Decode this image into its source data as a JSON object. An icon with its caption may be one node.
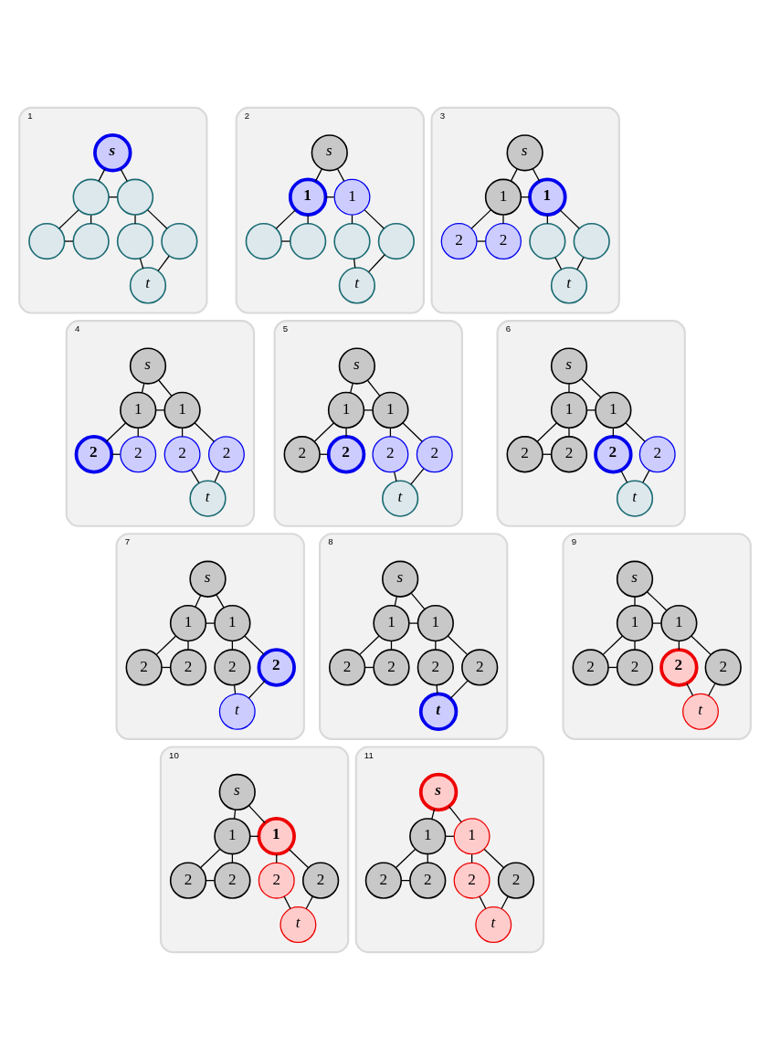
{
  "diagram": {
    "nodes": [
      {
        "text": [
          "1"
        ]
      },
      {
        "text": [
          "s"
        ],
        "in": 0
      },
      {
        "text": [],
        "shape": "circle",
        "in": 0
      },
      {
        "text": [],
        "shape": "circle",
        "in": 0
      },
      {
        "text": [],
        "shape": "circle",
        "in": 0
      },
      {
        "text": [],
        "shape": "circle",
        "in": 0
      },
      {
        "text": [],
        "shape": "circle",
        "in": 0
      },
      {
        "text": [],
        "shape": "circle",
        "in": 0
      },
      {
        "text": [
          "t"
        ],
        "in": 0
      },
      {
        "text": [
          "2"
        ]
      },
      {
        "text": [
          "s"
        ],
        "in": 9
      },
      {
        "text": [
          "1"
        ],
        "in": 9
      },
      {
        "text": [
          "1"
        ],
        "in": 9
      },
      {
        "text": [],
        "shape": "circle",
        "in": 9
      },
      {
        "text": [],
        "shape": "circle",
        "in": 9
      },
      {
        "text": [],
        "shape": "circle",
        "in": 9
      },
      {
        "text": [],
        "shape": "circle",
        "in": 9
      },
      {
        "text": [
          "t"
        ],
        "in": 9
      },
      {
        "text": [
          "3"
        ]
      },
      {
        "text": [
          "s"
        ],
        "in": 18
      },
      {
        "text": [
          "1"
        ],
        "in": 18
      },
      {
        "text": [
          "1"
        ],
        "in": 18
      },
      {
        "text": [
          "2"
        ],
        "in": 18
      },
      {
        "text": [
          "2"
        ],
        "in": 18
      },
      {
        "text": [],
        "shape": "circle",
        "in": 18
      },
      {
        "text": [],
        "shape": "circle",
        "in": 18
      },
      {
        "text": [
          "t"
        ],
        "in": 18
      },
      {
        "text": [
          "4"
        ]
      },
      {
        "text": [
          "s"
        ],
        "in": 27
      },
      {
        "text": [
          "1"
        ],
        "in": 27
      },
      {
        "text": [
          "1"
        ],
        "in": 27
      },
      {
        "text": [
          "2"
        ],
        "in": 27
      },
      {
        "text": [
          "2"
        ],
        "in": 27
      },
      {
        "text": [
          "2"
        ],
        "in": 27
      },
      {
        "text": [
          "2"
        ],
        "in": 27
      },
      {
        "text": [
          "t"
        ],
        "in": 27
      },
      {
        "text": [
          "5"
        ]
      },
      {
        "text": [
          "s"
        ],
        "in": 36
      },
      {
        "text": [
          "1"
        ],
        "in": 36
      },
      {
        "text": [
          "1"
        ],
        "in": 36
      },
      {
        "text": [
          "2"
        ],
        "in": 36
      },
      {
        "text": [
          "2"
        ],
        "in": 36
      },
      {
        "text": [
          "2"
        ],
        "in": 36
      },
      {
        "text": [
          "2"
        ],
        "in": 36
      },
      {
        "text": [
          "t"
        ],
        "in": 36
      },
      {
        "text": [
          "6"
        ]
      },
      {
        "text": [
          "s"
        ],
        "in": 45
      },
      {
        "text": [
          "1"
        ],
        "in": 45
      },
      {
        "text": [
          "1"
        ],
        "in": 45
      },
      {
        "text": [
          "2"
        ],
        "in": 45
      },
      {
        "text": [
          "2"
        ],
        "in": 45
      },
      {
        "text": [
          "2"
        ],
        "in": 45
      },
      {
        "text": [
          "2"
        ],
        "in": 45
      },
      {
        "text": [
          "t"
        ],
        "in": 45
      },
      {
        "text": [
          "7"
        ]
      },
      {
        "text": [
          "s"
        ],
        "in": 54
      },
      {
        "text": [
          "1"
        ],
        "in": 54
      },
      {
        "text": [
          "1"
        ],
        "in": 54
      },
      {
        "text": [
          "2"
        ],
        "in": 54
      },
      {
        "text": [
          "2"
        ],
        "in": 54
      },
      {
        "text": [
          "2"
        ],
        "in": 54
      },
      {
        "text": [
          "2"
        ],
        "in": 54
      },
      {
        "text": [
          "t"
        ],
        "in": 54
      },
      {
        "text": [
          "8"
        ]
      },
      {
        "text": [
          "s"
        ],
        "in": 63
      },
      {
        "text": [
          "1"
        ],
        "in": 63
      },
      {
        "text": [
          "1"
        ],
        "in": 63
      },
      {
        "text": [
          "2"
        ],
        "in": 63
      },
      {
        "text": [
          "2"
        ],
        "in": 63
      },
      {
        "text": [
          "2"
        ],
        "in": 63
      },
      {
        "text": [
          "2"
        ],
        "in": 63
      },
      {
        "text": [
          "t"
        ],
        "in": 63
      },
      {
        "text": [
          "9"
        ]
      },
      {
        "text": [
          "s"
        ],
        "in": 72
      },
      {
        "text": [
          "1"
        ],
        "in": 72
      },
      {
        "text": [
          "1"
        ],
        "in": 72
      },
      {
        "text": [
          "2"
        ],
        "in": 72
      },
      {
        "text": [
          "2"
        ],
        "in": 72
      },
      {
        "text": [
          "2"
        ],
        "in": 72
      },
      {
        "text": [
          "2"
        ],
        "in": 72
      },
      {
        "text": [
          "t"
        ],
        "in": 72
      },
      {
        "text": [
          "10"
        ]
      },
      {
        "text": [
          "s"
        ],
        "in": 81
      },
      {
        "text": [
          "1"
        ],
        "in": 81
      },
      {
        "text": [
          "1"
        ],
        "in": 81
      },
      {
        "text": [
          "2"
        ],
        "in": 81
      },
      {
        "text": [
          "2"
        ],
        "in": 81
      },
      {
        "text": [
          "2"
        ],
        "in": 81
      },
      {
        "text": [
          "2"
        ],
        "in": 81
      },
      {
        "text": [
          "t"
        ],
        "in": 81
      },
      {
        "text": [
          "11"
        ]
      },
      {
        "text": [
          "s"
        ],
        "in": 90
      },
      {
        "text": [
          "1"
        ],
        "in": 90
      },
      {
        "text": [
          "1"
        ],
        "in": 90
      },
      {
        "text": [
          "2"
        ],
        "in": 90
      },
      {
        "text": [
          "2"
        ],
        "in": 90
      },
      {
        "text": [
          "2"
        ],
        "in": 90
      },
      {
        "text": [
          "2"
        ],
        "in": 90
      },
      {
        "text": [
          "t"
        ],
        "in": 90
      }
    ],
    "edges": [
      {
        "from": 1,
        "to": 2,
        "arrow": "none"
      },
      {
        "from": 1,
        "to": 3,
        "arrow": "none"
      },
      {
        "from": 2,
        "to": 3,
        "arrow": "none"
      },
      {
        "from": 2,
        "to": 4,
        "arrow": "none"
      },
      {
        "from": 2,
        "to": 5,
        "arrow": "none"
      },
      {
        "from": 4,
        "to": 5,
        "arrow": "none"
      },
      {
        "from": 3,
        "to": 6,
        "arrow": "none"
      },
      {
        "from": 3,
        "to": 7,
        "arrow": "none"
      },
      {
        "from": 6,
        "to": 8,
        "arrow": "none"
      },
      {
        "from": 7,
        "to": 8,
        "arrow": "none"
      },
      {
        "from": 10,
        "to": 11,
        "arrow": "none"
      },
      {
        "from": 10,
        "to": 12,
        "arrow": "none"
      },
      {
        "from": 11,
        "to": 12,
        "arrow": "none"
      },
      {
        "from": 11,
        "to": 13,
        "arrow": "none"
      },
      {
        "from": 11,
        "to": 14,
        "arrow": "none"
      },
      {
        "from": 13,
        "to": 14,
        "arrow": "none"
      },
      {
        "from": 12,
        "to": 15,
        "arrow": "none"
      },
      {
        "from": 12,
        "to": 16,
        "arrow": "none"
      },
      {
        "from": 15,
        "to": 17,
        "arrow": "none"
      },
      {
        "from": 16,
        "to": 17,
        "arrow": "none"
      },
      {
        "from": 19,
        "to": 20,
        "arrow": "none"
      },
      {
        "from": 19,
        "to": 21,
        "arrow": "none"
      },
      {
        "from": 20,
        "to": 21,
        "arrow": "none"
      },
      {
        "from": 20,
        "to": 22,
        "arrow": "none"
      },
      {
        "from": 20,
        "to": 23,
        "arrow": "none"
      },
      {
        "from": 22,
        "to": 23,
        "arrow": "none"
      },
      {
        "from": 21,
        "to": 24,
        "arrow": "none"
      },
      {
        "from": 21,
        "to": 25,
        "arrow": "none"
      },
      {
        "from": 24,
        "to": 26,
        "arrow": "none"
      },
      {
        "from": 25,
        "to": 26,
        "arrow": "none"
      },
      {
        "from": 28,
        "to": 29,
        "arrow": "none"
      },
      {
        "from": 28,
        "to": 30,
        "arrow": "none"
      },
      {
        "from": 29,
        "to": 30,
        "arrow": "none"
      },
      {
        "from": 29,
        "to": 31,
        "arrow": "none"
      },
      {
        "from": 29,
        "to": 32,
        "arrow": "none"
      },
      {
        "from": 31,
        "to": 32,
        "arrow": "none"
      },
      {
        "from": 30,
        "to": 33,
        "arrow": "none"
      },
      {
        "from": 30,
        "to": 34,
        "arrow": "none"
      },
      {
        "from": 33,
        "to": 35,
        "arrow": "none"
      },
      {
        "from": 34,
        "to": 35,
        "arrow": "none"
      },
      {
        "from": 37,
        "to": 38,
        "arrow": "none"
      },
      {
        "from": 37,
        "to": 39,
        "arrow": "none"
      },
      {
        "from": 38,
        "to": 39,
        "arrow": "none"
      },
      {
        "from": 38,
        "to": 40,
        "arrow": "none"
      },
      {
        "from": 38,
        "to": 41,
        "arrow": "none"
      },
      {
        "from": 40,
        "to": 41,
        "arrow": "none"
      },
      {
        "from": 39,
        "to": 42,
        "arrow": "none"
      },
      {
        "from": 39,
        "to": 43,
        "arrow": "none"
      },
      {
        "from": 42,
        "to": 44,
        "arrow": "none"
      },
      {
        "from": 43,
        "to": 44,
        "arrow": "none"
      },
      {
        "from": 46,
        "to": 47,
        "arrow": "none"
      },
      {
        "from": 46,
        "to": 48,
        "arrow": "none"
      },
      {
        "from": 47,
        "to": 48,
        "arrow": "none"
      },
      {
        "from": 47,
        "to": 49,
        "arrow": "none"
      },
      {
        "from": 47,
        "to": 50,
        "arrow": "none"
      },
      {
        "from": 49,
        "to": 50,
        "arrow": "none"
      },
      {
        "from": 48,
        "to": 51,
        "arrow": "none"
      },
      {
        "from": 48,
        "to": 52,
        "arrow": "none"
      },
      {
        "from": 51,
        "to": 53,
        "arrow": "none"
      },
      {
        "from": 52,
        "to": 53,
        "arrow": "none"
      },
      {
        "from": 55,
        "to": 56,
        "arrow": "none"
      },
      {
        "from": 55,
        "to": 57,
        "arrow": "none"
      },
      {
        "from": 56,
        "to": 57,
        "arrow": "none"
      },
      {
        "from": 56,
        "to": 58,
        "arrow": "none"
      },
      {
        "from": 56,
        "to": 59,
        "arrow": "none"
      },
      {
        "from": 58,
        "to": 59,
        "arrow": "none"
      },
      {
        "from": 57,
        "to": 60,
        "arrow": "none"
      },
      {
        "from": 57,
        "to": 61,
        "arrow": "none"
      },
      {
        "from": 60,
        "to": 62,
        "arrow": "none"
      },
      {
        "from": 61,
        "to": 62,
        "arrow": "none"
      },
      {
        "from": 64,
        "to": 65,
        "arrow": "none"
      },
      {
        "from": 64,
        "to": 66,
        "arrow": "none"
      },
      {
        "from": 65,
        "to": 66,
        "arrow": "none"
      },
      {
        "from": 65,
        "to": 67,
        "arrow": "none"
      },
      {
        "from": 65,
        "to": 68,
        "arrow": "none"
      },
      {
        "from": 67,
        "to": 68,
        "arrow": "none"
      },
      {
        "from": 66,
        "to": 69,
        "arrow": "none"
      },
      {
        "from": 66,
        "to": 70,
        "arrow": "none"
      },
      {
        "from": 69,
        "to": 71,
        "arrow": "none"
      },
      {
        "from": 70,
        "to": 71,
        "arrow": "none"
      },
      {
        "from": 73,
        "to": 74,
        "arrow": "none"
      },
      {
        "from": 73,
        "to": 75,
        "arrow": "none"
      },
      {
        "from": 74,
        "to": 75,
        "arrow": "none"
      },
      {
        "from": 74,
        "to": 76,
        "arrow": "none"
      },
      {
        "from": 74,
        "to": 77,
        "arrow": "none"
      },
      {
        "from": 76,
        "to": 77,
        "arrow": "none"
      },
      {
        "from": 75,
        "to": 78,
        "arrow": "none"
      },
      {
        "from": 75,
        "to": 79,
        "arrow": "none"
      },
      {
        "from": 78,
        "to": 80,
        "arrow": "none"
      },
      {
        "from": 79,
        "to": 80,
        "arrow": "none"
      },
      {
        "from": 82,
        "to": 83,
        "arrow": "none"
      },
      {
        "from": 82,
        "to": 84,
        "arrow": "none"
      },
      {
        "from": 83,
        "to": 84,
        "arrow": "none"
      },
      {
        "from": 83,
        "to": 85,
        "arrow": "none"
      },
      {
        "from": 83,
        "to": 86,
        "arrow": "none"
      },
      {
        "from": 85,
        "to": 86,
        "arrow": "none"
      },
      {
        "from": 84,
        "to": 87,
        "arrow": "none"
      },
      {
        "from": 84,
        "to": 88,
        "arrow": "none"
      },
      {
        "from": 87,
        "to": 89,
        "arrow": "none"
      },
      {
        "from": 88,
        "to": 89,
        "arrow": "none"
      },
      {
        "from": 91,
        "to": 92,
        "arrow": "none"
      },
      {
        "from": 91,
        "to": 93,
        "arrow": "none"
      },
      {
        "from": 92,
        "to": 93,
        "arrow": "none"
      },
      {
        "from": 92,
        "to": 94,
        "arrow": "none"
      },
      {
        "from": 92,
        "to": 95,
        "arrow": "none"
      },
      {
        "from": 94,
        "to": 95,
        "arrow": "none"
      },
      {
        "from": 93,
        "to": 96,
        "arrow": "none"
      },
      {
        "from": 93,
        "to": 97,
        "arrow": "none"
      },
      {
        "from": 96,
        "to": 98,
        "arrow": "none"
      },
      {
        "from": 97,
        "to": 98,
        "arrow": "none"
      }
    ]
  }
}
